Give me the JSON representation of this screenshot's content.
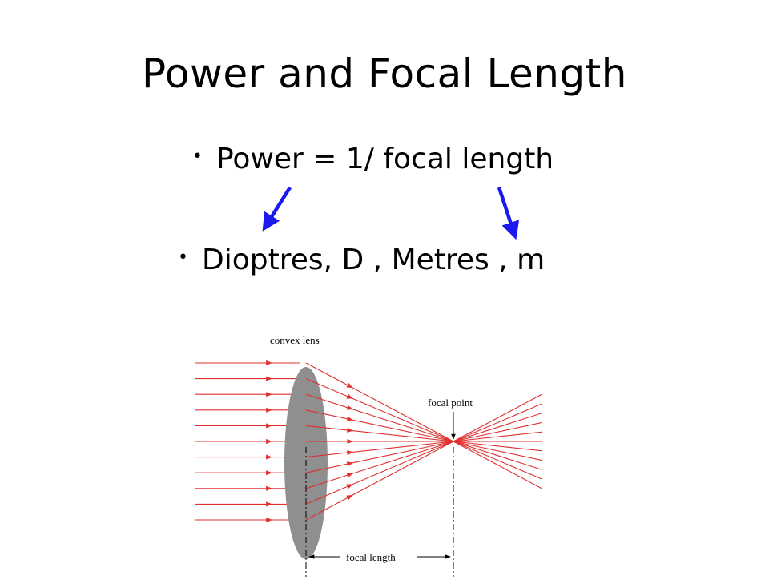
{
  "slide": {
    "title": "Power and Focal Length",
    "bullet_glyph": "•",
    "bullets": [
      "Power = 1/ focal length",
      "Dioptres, D , Metres , m"
    ]
  },
  "colors": {
    "arrow": "#1a1aee",
    "rays": "#e03030",
    "lens": "#8f8f8f"
  },
  "figure": {
    "lens_label": "convex lens",
    "point_label": "focal point",
    "length_label": "focal length"
  }
}
